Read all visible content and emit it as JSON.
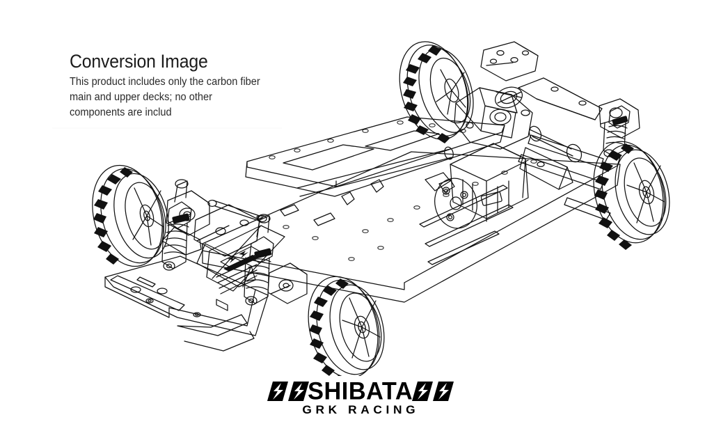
{
  "page": {
    "background_color": "#ffffff"
  },
  "caption": {
    "title": "Conversion Image",
    "body": "This product includes only the carbon fiber main and upper decks; no other components are includ"
  },
  "artwork": {
    "name": "rc-chassis-line-drawing",
    "description": "Isometric technical line drawing of a 1/10 scale RC touring car chassis",
    "style": "black line art on white",
    "line_color": "#111111",
    "components": [
      "front bumper",
      "front lower suspension arms",
      "front shock towers",
      "coil-over shock absorbers",
      "carbon fiber main deck",
      "carbon fiber upper deck",
      "center drive shaft",
      "brushless motor",
      "spur gear cover",
      "rear gearbox",
      "rear suspension arms",
      "steering linkage",
      "six-spoke wheels with treaded tires"
    ],
    "wheel_count": 4
  },
  "logo": {
    "wordmark": "SHIBATA",
    "subtitle": "GRK RACING",
    "bolt_icon": "lightning-bolt-icon",
    "color": "#000000"
  }
}
